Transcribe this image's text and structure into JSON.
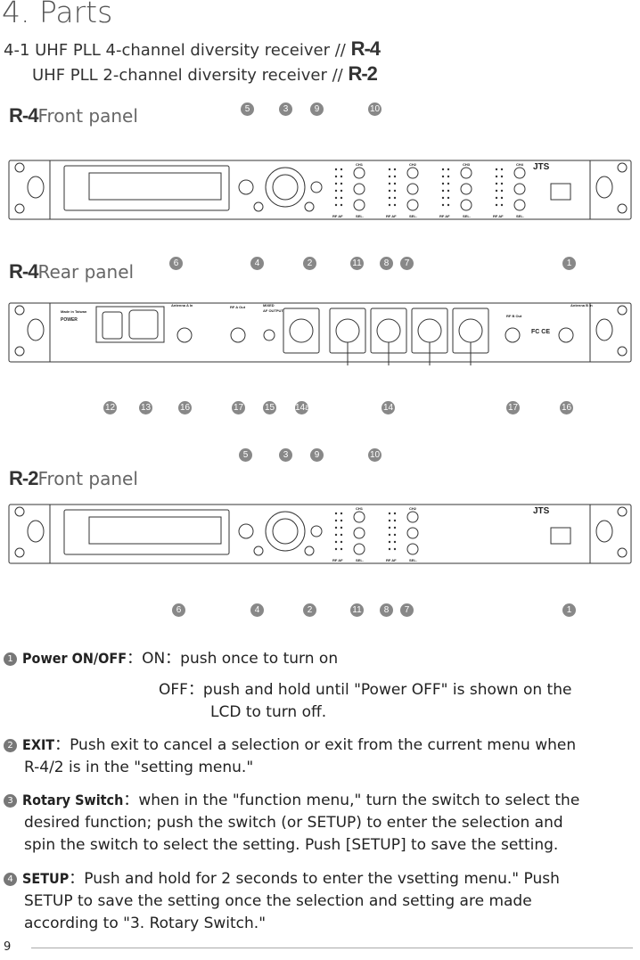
{
  "title": "4. Parts",
  "subtitle": {
    "line1": "4-1 UHF PLL 4-channel diversity receiver //",
    "line1_logo": "R-4",
    "line2": "UHF PLL 2-channel diversity receiver //",
    "line2_logo": "R-2"
  },
  "panels": {
    "r4_front": {
      "logo": "R-4",
      "label": "Front panel",
      "top_numbers": [
        "5",
        "3",
        "9",
        "10"
      ],
      "bottom_numbers": [
        "6",
        "4",
        "2",
        "11",
        "8",
        "7",
        "1"
      ]
    },
    "r4_rear": {
      "logo": "R-4",
      "label": "Rear panel",
      "numbers": [
        "12",
        "13",
        "16",
        "17",
        "15",
        "14a",
        "14",
        "17",
        "16"
      ]
    },
    "r2_front": {
      "logo": "R-2",
      "label": "Front panel",
      "top_numbers": [
        "5",
        "3",
        "9",
        "10"
      ],
      "bottom_numbers": [
        "6",
        "4",
        "2",
        "11",
        "8",
        "7",
        "1"
      ]
    }
  },
  "panel_text": {
    "brand": "JTS",
    "channels": [
      "CH1",
      "CH2",
      "CH3",
      "CH4"
    ],
    "rf_af": "RF  AF",
    "sel": "SEL.",
    "made_in": "Made in Taiwan",
    "power": "POWER",
    "antenna_a": "Antenna A In",
    "antenna_b": "Antenna B In",
    "rf_out": "RF A Out",
    "rf_b_out": "RF B Out",
    "mixed": "MIXED",
    "af_output": "AF OUTPUT",
    "fcc_ce": "FC CE"
  },
  "items": [
    {
      "num": "1",
      "term": "Power ON/OFF",
      "lines": [
        "ON：push once to turn on",
        "OFF：push and hold until \"Power OFF\" is shown on the",
        "LCD to turn off."
      ]
    },
    {
      "num": "2",
      "term": "EXIT",
      "lines": [
        "Push exit to cancel a selection or exit from the current menu when",
        "R-4/2 is in the \"setting menu.\""
      ]
    },
    {
      "num": "3",
      "term": "Rotary Switch",
      "lines": [
        "when in the \"function menu,\" turn the switch to select the",
        "desired function; push the switch (or SETUP) to enter the selection and",
        "spin the switch to select the setting. Push [SETUP] to save the setting."
      ]
    },
    {
      "num": "4",
      "term": "SETUP",
      "lines": [
        "Push and hold for 2 seconds to enter the vsetting menu.\" Push",
        "SETUP to save the setting once the selection and setting are made",
        "according to \"3. Rotary Switch.\""
      ]
    }
  ],
  "page_number": "9"
}
